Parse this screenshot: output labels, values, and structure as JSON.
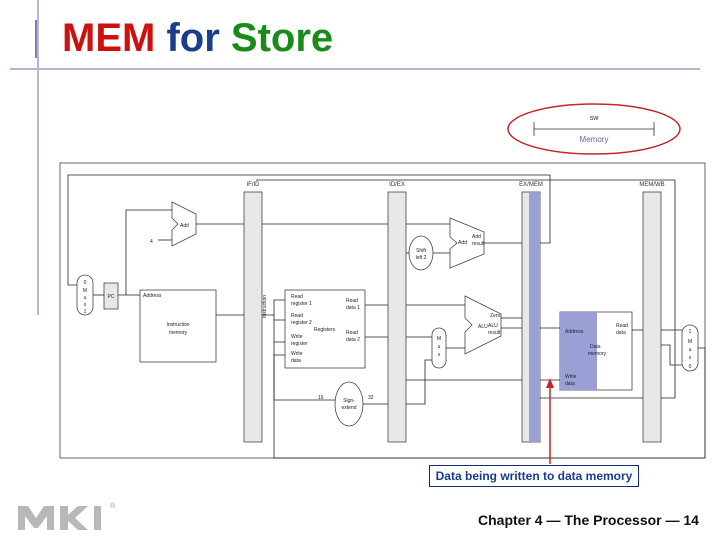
{
  "slide": {
    "title_part1": "MEM",
    "title_part2": "for",
    "title_part3": "Store",
    "callout": "Data being written to data memory",
    "footer": "Chapter 4 — The Processor — 14",
    "logo_mark": "®"
  },
  "pipeline": {
    "stage_header": {
      "op": "sw",
      "stage": "Memory"
    },
    "registers": [
      "IF/ID",
      "ID/EX",
      "EX/MEM",
      "MEM/WB"
    ],
    "labels": {
      "add": "Add",
      "add_result": "Add\nresult",
      "shift": "Shift\nleft 2",
      "alu_zero": "Zero",
      "alu": "ALU",
      "alu_result": "ALU\nresult",
      "pc": "PC",
      "address": "Address",
      "instr_mem": "Instruction\nmemory",
      "instruction": "Instruction",
      "read_reg1": "Read\nregister 1",
      "read_reg2": "Read\nregister 2",
      "write_reg": "Write\nregister",
      "write_data": "Write\ndata",
      "read_data1": "Read\ndata 1",
      "read_data2": "Read\ndata 2",
      "registers": "Registers",
      "sign_extend": "Sign-\nextend",
      "bits16": "16",
      "bits32": "32",
      "dm_address": "Address",
      "dm_read_data": "Read\ndata",
      "data_memory": "Data\nmemory",
      "dm_write_data": "Write\ndata",
      "mux": "M\nu\nx",
      "mux0": "0",
      "mux1": "1",
      "four": "4"
    }
  },
  "colors": {
    "title_red": "#cc1111",
    "title_blue": "#1c3c8c",
    "title_green": "#1a8a1a",
    "highlight": "#9aa0d6",
    "ellipse": "#c0282a"
  }
}
